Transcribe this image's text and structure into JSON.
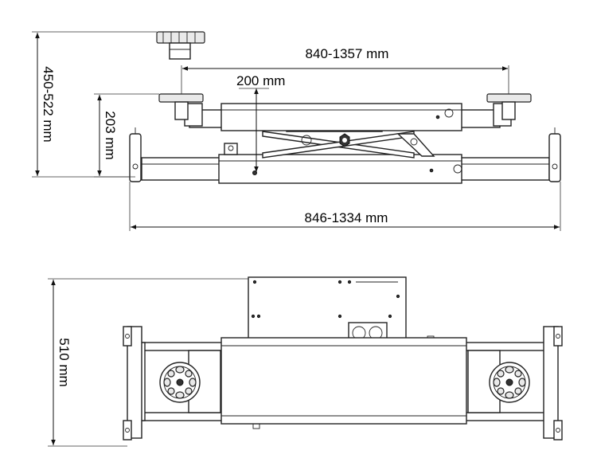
{
  "dimensions": {
    "overall_height": "450-522 mm",
    "pad_span": "840-1357 mm",
    "jack_travel": "200 mm",
    "collapsed_height": "203 mm",
    "base_width": "846-1334 mm",
    "depth": "510 mm"
  },
  "colors": {
    "line": "#222222",
    "background": "#ffffff"
  }
}
